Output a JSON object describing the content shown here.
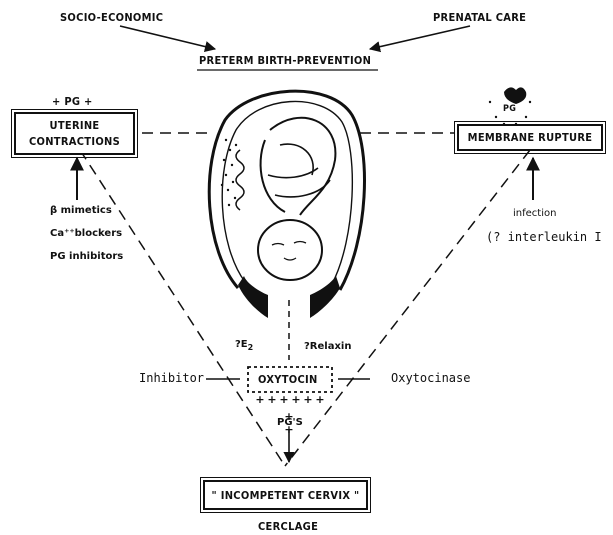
{
  "top_left": "SOCIO-ECONOMIC",
  "top_right": "PRENATAL CARE",
  "title": "PRETERM BIRTH-PREVENTION",
  "uterine": {
    "pg": "+ PG +",
    "line1": "UTERINE",
    "line2": "CONTRACTIONS",
    "inhibitors": [
      "β  mimetics",
      "Ca⁺⁺blockers",
      "PG inhibitors"
    ]
  },
  "membrane": {
    "pg": "PG",
    "label": "MEMBRANE RUPTURE",
    "cause": "infection",
    "note": "(? interleukin I"
  },
  "center": {
    "e2": "?E",
    "e2_sub": "2",
    "relaxin": "?Relaxin",
    "oxytocin": "OXYTOCIN",
    "inhibitor": "Inhibitor",
    "oxytocinase": "Oxytocinase",
    "pgs": "PG'S"
  },
  "bottom": {
    "cervix": "\" INCOMPETENT CERVIX \"",
    "treatment": "CERCLAGE"
  }
}
